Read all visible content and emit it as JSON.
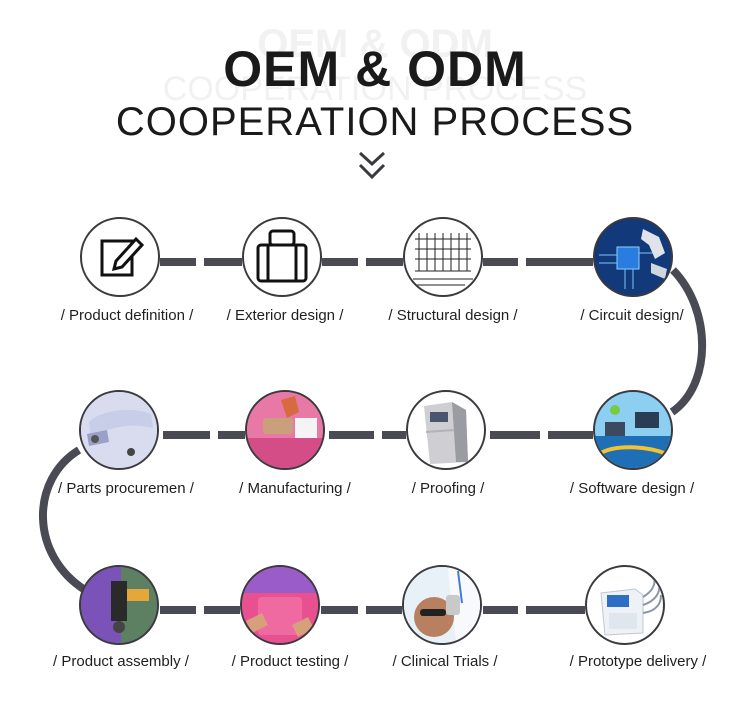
{
  "header": {
    "title_line1": "OEM & ODM",
    "title_line2": "COOPERATION PROCESS"
  },
  "steps": [
    {
      "label": "/ Product definition /",
      "icon": "edit-note-icon"
    },
    {
      "label": "/ Exterior design /",
      "icon": "case-outline-icon"
    },
    {
      "label": "/ Structural design /",
      "icon": "blueprint-drawing-icon"
    },
    {
      "label": "/ Circuit design/",
      "icon": "robot-circuit-icon"
    },
    {
      "label": "/ Parts procuremen /",
      "icon": "machined-parts-icon"
    },
    {
      "label": "/ Manufacturing /",
      "icon": "factory-worker-icon"
    },
    {
      "label": "/ Proofing /",
      "icon": "device-prototype-icon"
    },
    {
      "label": "/ Software design /",
      "icon": "software-interface-icon"
    },
    {
      "label": "/ Product assembly /",
      "icon": "assembly-worker-icon"
    },
    {
      "label": "/ Product testing /",
      "icon": "testing-worker-icon"
    },
    {
      "label": "/ Clinical Trials /",
      "icon": "clinical-treatment-icon"
    },
    {
      "label": "/ Prototype delivery /",
      "icon": "beauty-machine-icon"
    }
  ],
  "colors": {
    "connector": "#4a4a55",
    "title": "#1a1a1a",
    "label": "#1f1f1f"
  }
}
